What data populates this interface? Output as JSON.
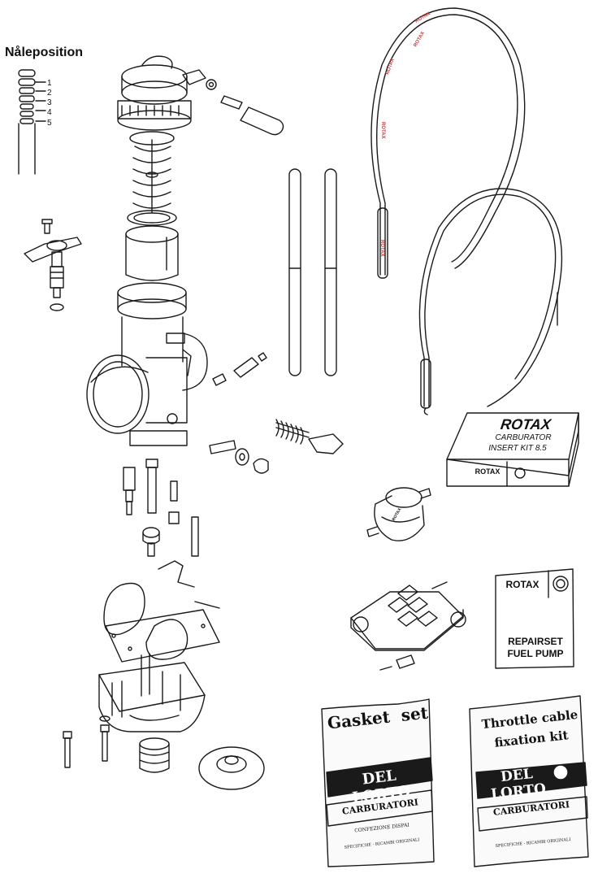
{
  "needle": {
    "title": "Nåleposition",
    "positions": [
      "1",
      "2",
      "3",
      "4",
      "5"
    ]
  },
  "cable_labels": {
    "marking": "ROTAX"
  },
  "insert_kit": {
    "brand": "ROTAX",
    "line1": "CARBURATOR",
    "line2": "INSERT KIT 8.5",
    "logo_text": "ROTAX"
  },
  "fuel_filter": {
    "marking": "ROTAX"
  },
  "repair_set": {
    "brand": "ROTAX",
    "line1": "REPAIRSET",
    "line2": "FUEL PUMP"
  },
  "gasket_bag": {
    "title_line1": "Gasket",
    "title_line2": "set",
    "brand": "DEL LORTO",
    "sub": "CARBURATORI",
    "small1": "CONFEZIONE  DISPAI",
    "small2": "SPECIFICHE - RICAMBI ORIGINALI"
  },
  "throttle_bag": {
    "title_line1": "Throttle cable",
    "title_line2": "fixation kit",
    "brand": "DEL LORTO",
    "sub": "CARBURATORI",
    "small1": "SPECIFICHE - RICAMBI ORIGINALI"
  }
}
